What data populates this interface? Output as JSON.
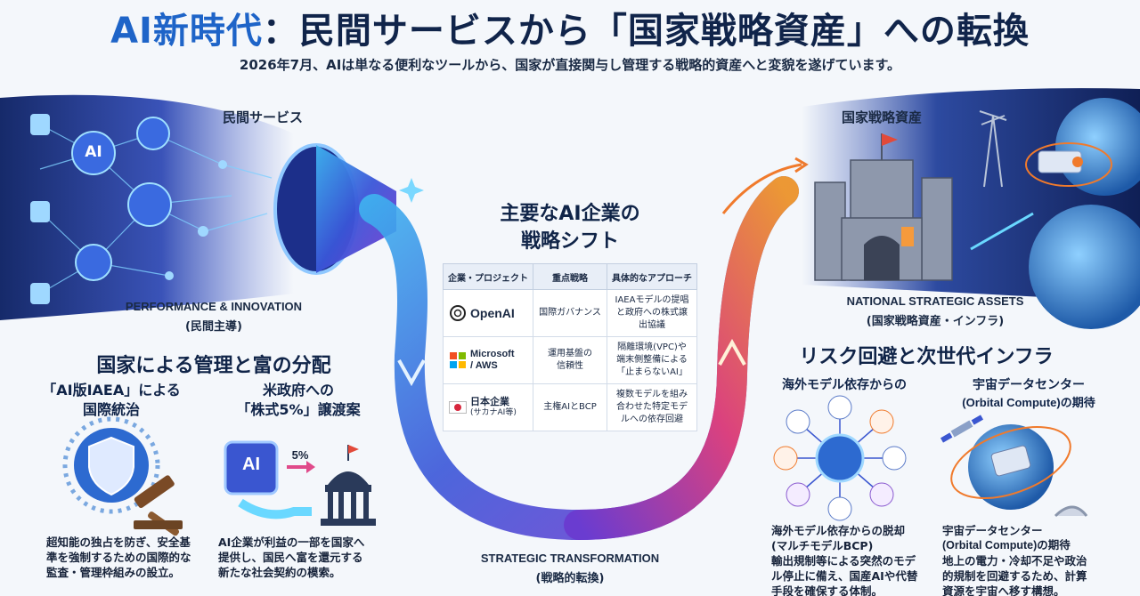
{
  "header": {
    "title_ai": "AI新時代",
    "title_rest": "：民間サービスから「国家戦略資産」への転換",
    "subtitle": "2026年7月、AIは単なる便利なツールから、国家が直接関与し管理する戦略的資産へと変貌を遂げています。"
  },
  "left_top": {
    "label": "民間サービス",
    "perf_en": "PERFORMANCE & INNOVATION",
    "perf_jp": "(民間主導)",
    "ai_badge": "AI"
  },
  "center": {
    "heading_line1": "主要なAI企業の",
    "heading_line2": "戦略シフト",
    "table": {
      "headers": [
        "企業・プロジェクト",
        "重点戦略",
        "具体的なアプローチ"
      ],
      "rows": [
        {
          "company": "OpenAI",
          "strategy": "国際ガバナンス",
          "approach_l1": "IAEAモデルの提唱",
          "approach_l2": "と政府への株式譲",
          "approach_l3": "出協議"
        },
        {
          "company_l1": "Microsoft",
          "company_l2": "/ AWS",
          "strategy_l1": "運用基盤の",
          "strategy_l2": "信頼性",
          "approach_l1": "隔離環境(VPC)や",
          "approach_l2": "端末側整備による",
          "approach_l3": "「止まらないAI」"
        },
        {
          "company_l1": "日本企業",
          "company_l2": "(サカナAI等)",
          "strategy": "主権AIとBCP",
          "approach_l1": "複数モデルを組み",
          "approach_l2": "合わせた特定モデ",
          "approach_l3": "ルへの依存回避"
        }
      ]
    },
    "transform_en": "STRATEGIC TRANSFORMATION",
    "transform_jp": "(戦略的転換)"
  },
  "right_top": {
    "label": "国家戦略資産",
    "nsa_en": "NATIONAL STRATEGIC ASSETS",
    "nsa_jp": "(国家戦略資産・インフラ)"
  },
  "left_bottom": {
    "heading": "国家による管理と富の分配",
    "col1_title_l1": "「AI版IAEA」による",
    "col1_title_l2": "国際統治",
    "col2_title_l1": "米政府への",
    "col2_title_l2": "「株式5%」譲渡案",
    "percent": "5%",
    "chip": "AI",
    "col1_body_l1": "超知能の独占を防ぎ、安全基",
    "col1_body_l2": "準を強制するための国際的な",
    "col1_body_l3": "監査・管理枠組みの設立。",
    "col2_body_l1": "AI企業が利益の一部を国家へ",
    "col2_body_l2": "提供し、国民へ富を還元する",
    "col2_body_l3": "新たな社会契約の模索。"
  },
  "right_bottom": {
    "heading": "リスク回避と次世代インフラ",
    "col1_title": "海外モデル依存からの",
    "col2_title_l1": "宇宙データセンター",
    "col2_title_l2": "(Orbital Compute)の期待",
    "col1_body_l1": "海外モデル依存からの脱却",
    "col1_body_l2": "(マルチモデルBCP)",
    "col1_body_l3": "輸出規制等による突然のモデ",
    "col1_body_l4": "ル停止に備え、国産AIや代替",
    "col1_body_l5": "手段を確保する体制。",
    "col2_body_l1": "宇宙データセンター",
    "col2_body_l2": "(Orbital Compute)の期待",
    "col2_body_l3": "地上の電力・冷却不足や政治",
    "col2_body_l4": "的規制を回避するため、計算",
    "col2_body_l5": "資源を宇宙へ移す構想。"
  },
  "colors": {
    "title_blue": "#1e64c8",
    "navy": "#10244a",
    "funnel_blue": "#3f6fe0",
    "arrow_orange": "#f07a2c"
  }
}
